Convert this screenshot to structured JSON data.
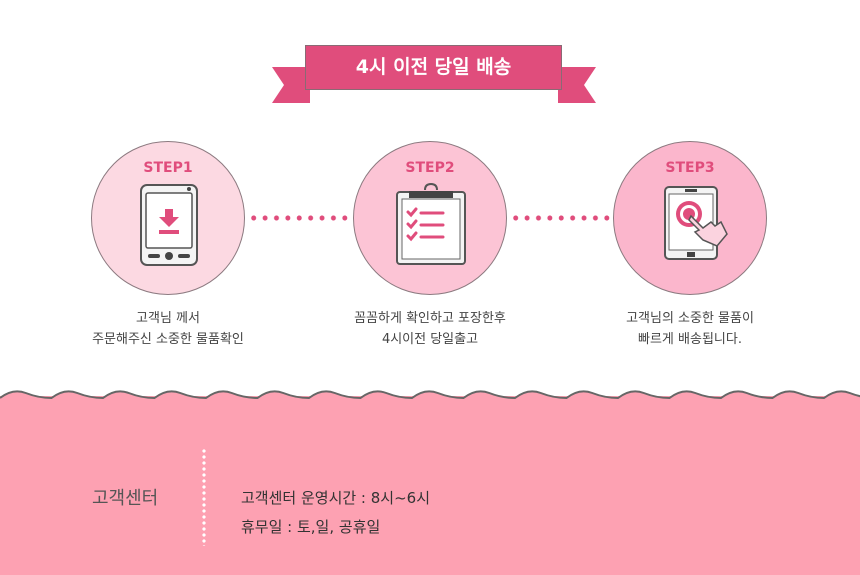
{
  "banner": {
    "title": "4시 이전 당일 배송"
  },
  "steps": [
    {
      "label": "STEP1",
      "line1": "고객님 께서",
      "line2": "주문해주신 소중한 물품확인",
      "icon": "phone-download-icon"
    },
    {
      "label": "STEP2",
      "line1": "꼼꼼하게  확인하고 포장한후",
      "line2": "4시이전 당일출고",
      "icon": "clipboard-checklist-icon"
    },
    {
      "label": "STEP3",
      "line1": "고객님의 소중한 물품이",
      "line2": "빠르게 배송됩니다.",
      "icon": "tablet-touch-icon"
    }
  ],
  "footer": {
    "title": "고객센터",
    "hours": "고객센터 운영시간 : 8시~6시",
    "holidays": "휴무일 : 토,일, 공휴일"
  },
  "colors": {
    "accent": "#e04d7c",
    "footer_bg": "#fda1b2"
  }
}
